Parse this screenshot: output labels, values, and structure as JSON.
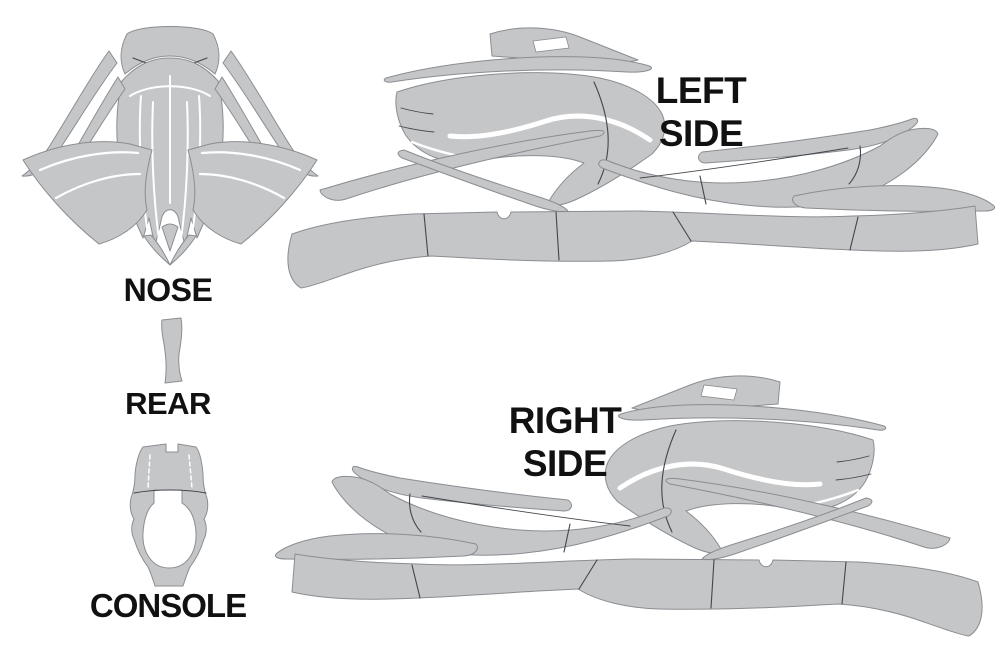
{
  "diagram": {
    "parts": [
      {
        "id": "nose",
        "label": "NOSE"
      },
      {
        "id": "left-side",
        "label_lines": [
          "LEFT",
          "SIDE"
        ]
      },
      {
        "id": "rear",
        "label": "REAR"
      },
      {
        "id": "right-side",
        "label_lines": [
          "RIGHT",
          "SIDE"
        ]
      },
      {
        "id": "console",
        "label": "CONSOLE"
      }
    ],
    "colors": {
      "template_fill": "#c5c6c8",
      "template_outline": "#8a8d91",
      "seam_line": "#42464b",
      "label_text": "#111111",
      "background": "#ffffff"
    }
  }
}
